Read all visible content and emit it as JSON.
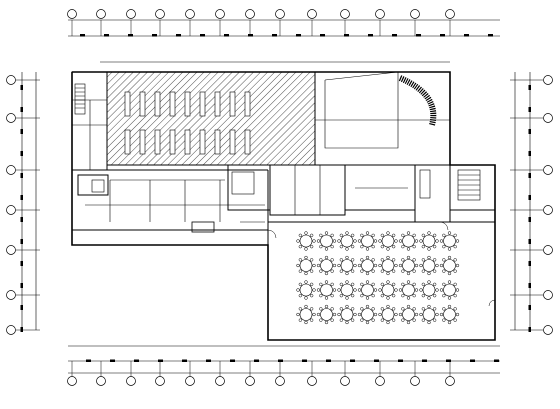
{
  "drawing": {
    "type": "floor-plan",
    "line_color": "#000000",
    "background": "#ffffff",
    "hatch_color": "#000000"
  },
  "axis_bubbles": {
    "top": [
      "",
      "",
      "",
      "",
      "",
      "",
      "",
      "",
      "",
      "",
      "",
      "",
      ""
    ],
    "bottom": [
      "",
      "",
      "",
      "",
      "",
      "",
      "",
      "",
      "",
      "",
      "",
      "",
      ""
    ],
    "left": [
      "",
      "",
      "",
      "",
      "",
      "",
      "",
      ""
    ],
    "right": [
      "",
      "",
      "",
      "",
      "",
      "",
      "",
      ""
    ]
  },
  "room_labels": {
    "top_dim": "",
    "bottom_dim": ""
  },
  "banquet_table_rows": 4,
  "banquet_table_cols": 8
}
